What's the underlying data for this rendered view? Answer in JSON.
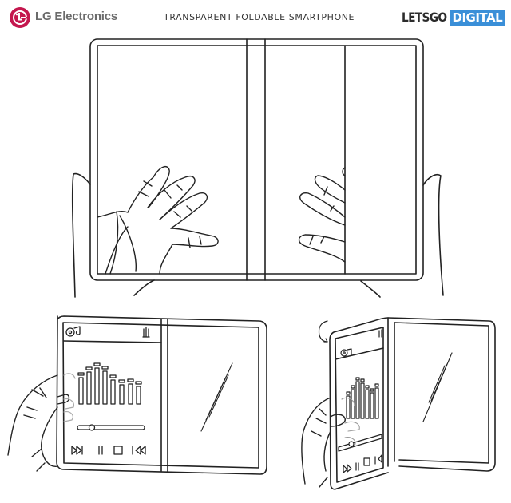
{
  "header": {
    "company": "LG Electronics",
    "title": "TRANSPARENT FOLDABLE SMARTPHONE",
    "brand_left": "LETSGO",
    "brand_right": "DIGITAL"
  },
  "colors": {
    "lg_red": "#c4174e",
    "lg_text": "#6b6b6b",
    "brand_blue": "#3a8fd8",
    "line": "#222222",
    "faint_line": "#9a9a9a"
  },
  "figures": [
    {
      "id": "fig-top",
      "description": "Unfolded transparent phone held with two hands, palms visible through both displays"
    },
    {
      "id": "fig-bottom-left",
      "description": "Phone unfolded flat showing music player UI on left panel, hand behind screen"
    },
    {
      "id": "fig-bottom-right",
      "description": "Phone partially folded showing music player UI, hand behind screen"
    }
  ],
  "music_player": {
    "icons": [
      "music-disc-icon",
      "signal-icon"
    ],
    "controls": [
      "fast-forward-icon",
      "pause-icon",
      "stop-icon",
      "rewind-icon"
    ],
    "equalizer_bars": 8
  }
}
